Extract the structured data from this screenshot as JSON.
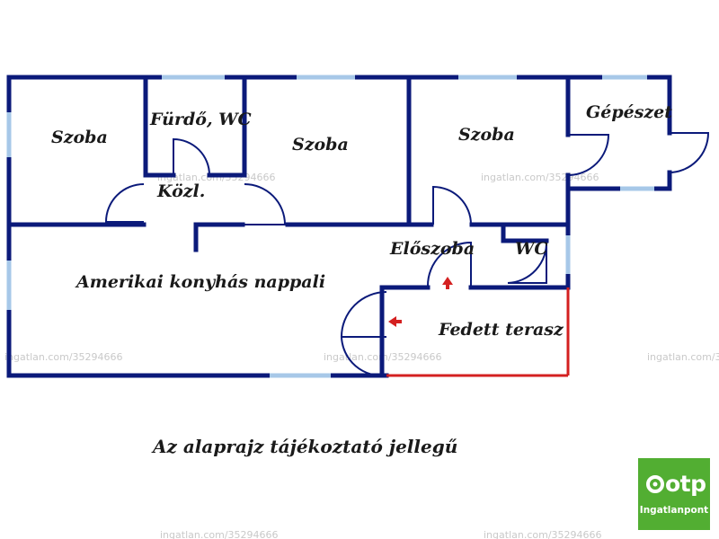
{
  "rooms": {
    "szoba_1": "Szoba",
    "furdo": "Fürdő, WC",
    "kozl": "Közl.",
    "szoba_2": "Szoba",
    "szoba_3": "Szoba",
    "gepeszet": "Gépészet",
    "nappali": "Amerikai konyhás nappali",
    "eloszoba": "Előszoba",
    "wc": "WC",
    "terasz": "Fedett terasz"
  },
  "caption": "Az alaprajz tájékoztató jellegű",
  "watermark": "ingatlan.com/35294666",
  "logo": {
    "brand": "otp",
    "subtitle": "Ingatlanpont"
  },
  "colors": {
    "wall": "#0b1a7a",
    "window": "#a7c8e8",
    "terrace_edge": "#d42020",
    "arrow": "#d42020",
    "logo_bg": "#52ae32"
  }
}
